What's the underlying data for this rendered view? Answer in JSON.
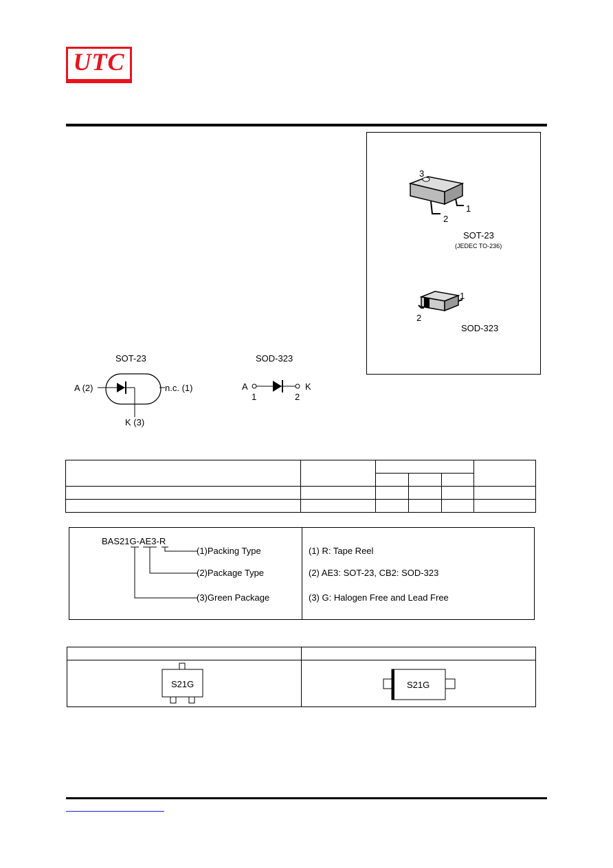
{
  "header": {
    "logo_text": "UTC"
  },
  "package_views": {
    "sot23": {
      "pin3": "3",
      "pin1": "1",
      "pin2": "2",
      "name": "SOT-23",
      "note": "(JEDEC TO-236)"
    },
    "sod323": {
      "pin1": "1",
      "pin2": "2",
      "name": "SOD-323"
    }
  },
  "pin_config": {
    "sot23": {
      "title": "SOT-23",
      "anode": "A (2)",
      "nc": "n.c. (1)",
      "cathode": "K (3)"
    },
    "sod323": {
      "title": "SOD-323",
      "anode": "A",
      "cathode": "K",
      "pin1": "1",
      "pin2": "2"
    }
  },
  "part_number": {
    "code": "BAS21G-AE3-R",
    "items": [
      {
        "label": "(1)Packing Type",
        "desc": "(1) R: Tape Reel"
      },
      {
        "label": "(2)Package Type",
        "desc": "(2) AE3: SOT-23, CB2: SOD-323"
      },
      {
        "label": "(3)Green Package",
        "desc": "(3) G: Halogen Free and Lead Free"
      }
    ]
  },
  "marking": {
    "sot23_mark": "S21G",
    "sod323_mark": "S21G"
  }
}
